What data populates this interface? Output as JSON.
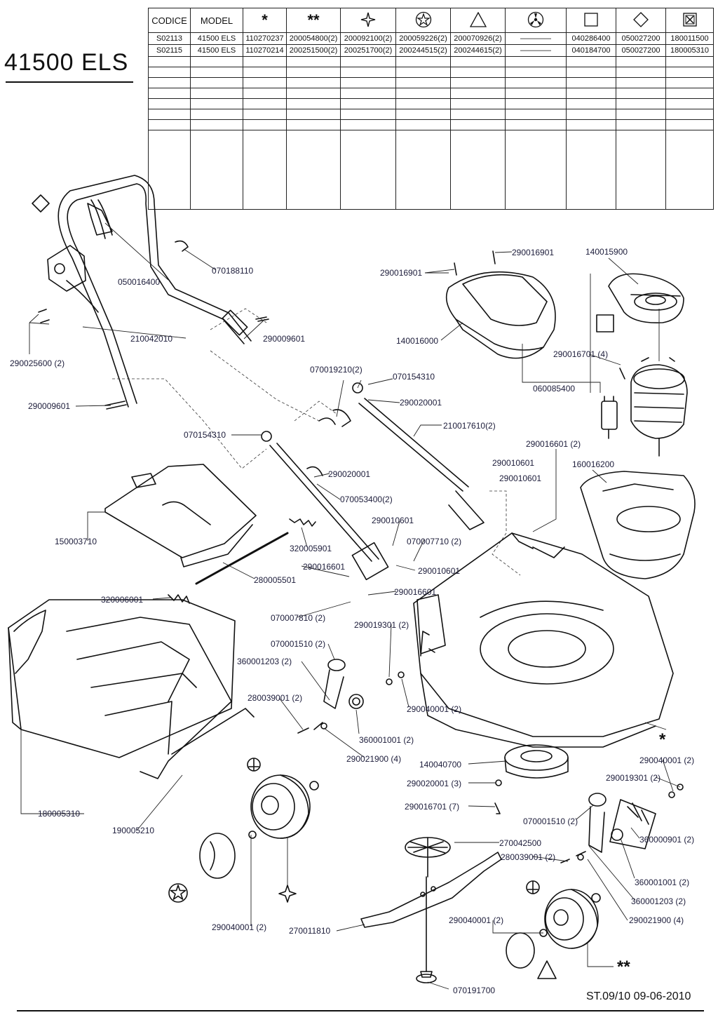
{
  "title": "41500  ELS",
  "footer": "ST.09/10  09-06-2010",
  "table": {
    "headers": [
      "CODICE",
      "MODEL"
    ],
    "symbol_columns": [
      "*",
      "**",
      "diamond-star-icon",
      "star-circle-icon",
      "triangle-icon",
      "fan-circle-icon",
      "square-icon",
      "diamond-icon",
      "crossed-box-icon"
    ],
    "rows": [
      [
        "S02113",
        "41500 ELS",
        "110270237",
        "200054800(2)",
        "200092100(2)",
        "200059226(2)",
        "200070926(2)",
        "————",
        "040286400",
        "050027200",
        "180011500"
      ],
      [
        "S02115",
        "41500 ELS",
        "110270214",
        "200251500(2)",
        "200251700(2)",
        "200244515(2)",
        "200244615(2)",
        "————",
        "040184700",
        "050027200",
        "180005310"
      ]
    ]
  },
  "part_labels": [
    "050016400",
    "070188110",
    "210042010",
    "290009601",
    "290025600 (2)",
    "290009601",
    "290016901",
    "290016901",
    "140015900",
    "140016000",
    "290016701 (4)",
    "060085400",
    "070019210(2)",
    "070154310",
    "290020001",
    "210017610(2)",
    "070154310",
    "290020001",
    "070053400(2)",
    "290016601 (2)",
    "290010601",
    "290010601",
    "160016200",
    "150003710",
    "290010601",
    "070007710 (2)",
    "320005901",
    "290016601",
    "290010601",
    "280005501",
    "290016601",
    "320006001",
    "070007810 (2)",
    "290019301 (2)",
    "070001510 (2)",
    "360001203 (2)",
    "280039001 (2)",
    "290040001 (2)",
    "360001001 (2)",
    "290021900 (4)",
    "140040700",
    "290040001 (2)",
    "290020001 (3)",
    "290019301 (2)",
    "180005310",
    "190005210",
    "290016701 (7)",
    "070001510 (2)",
    "360000901 (2)",
    "270042500",
    "280039001 (2)",
    "360001001 (2)",
    "360001203 (2)",
    "290021900 (4)",
    "290040001 (2)",
    "270011810",
    "290040001 (2)",
    "070191700"
  ],
  "markers": [
    "*",
    "**"
  ]
}
